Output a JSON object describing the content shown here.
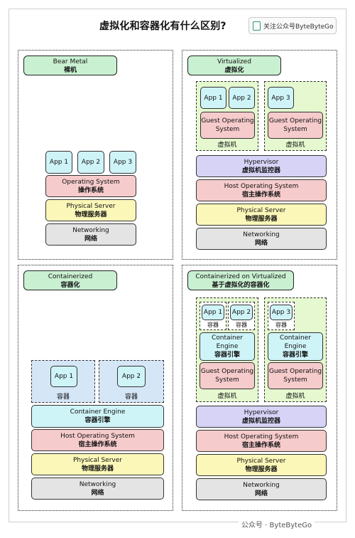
{
  "title": "虚拟化和容器化有什么区别?",
  "badge": "关注公众号ByteByteGo",
  "footer": "公众号 · ByteByteGo",
  "bm": {
    "label1": "Bear Metal",
    "label2": "裸机",
    "apps": [
      "App 1",
      "App 2",
      "App 3"
    ],
    "os1": "Operating System",
    "os2": "操作系统",
    "ps1": "Physical Server",
    "ps2": "物理服务器",
    "nw1": "Networking",
    "nw2": "网络"
  },
  "virt": {
    "label1": "Virtualized",
    "label2": "虚拟化",
    "vm1_apps": [
      "App 1",
      "App 2"
    ],
    "vm2_apps": [
      "App 3"
    ],
    "guest": "Guest Operating System",
    "vm": "虚拟机",
    "hyp1": "Hypervisor",
    "hyp2": "虚拟机监控器",
    "hos1": "Host Operating System",
    "hos2": "宿主操作系统",
    "ps1": "Physical Server",
    "ps2": "物理服务器",
    "nw1": "Networking",
    "nw2": "网络"
  },
  "cont": {
    "label1": "Containerized",
    "label2": "容器化",
    "apps": [
      "App 1",
      "App 2"
    ],
    "container": "容器",
    "ce1": "Container Engine",
    "ce2": "容器引擎",
    "hos1": "Host Operating System",
    "hos2": "宿主操作系统",
    "ps1": "Physical Server",
    "ps2": "物理服务器",
    "nw1": "Networking",
    "nw2": "网络"
  },
  "cv": {
    "label1": "Containerized on Virtualized",
    "label2": "基于虚拟化的容器化",
    "vm1_apps": [
      "App 1",
      "App 2"
    ],
    "vm2_apps": [
      "App 3"
    ],
    "container": "容器",
    "ce1": "Container Engine",
    "ce2": "容器引擎",
    "guest": "Guest Operating System",
    "vm": "虚拟机",
    "hyp1": "Hypervisor",
    "hyp2": "虚拟机监控器",
    "hos1": "Host Operating System",
    "hos2": "宿主操作系统",
    "ps1": "Physical Server",
    "ps2": "物理服务器",
    "nw1": "Networking",
    "nw2": "网络"
  }
}
